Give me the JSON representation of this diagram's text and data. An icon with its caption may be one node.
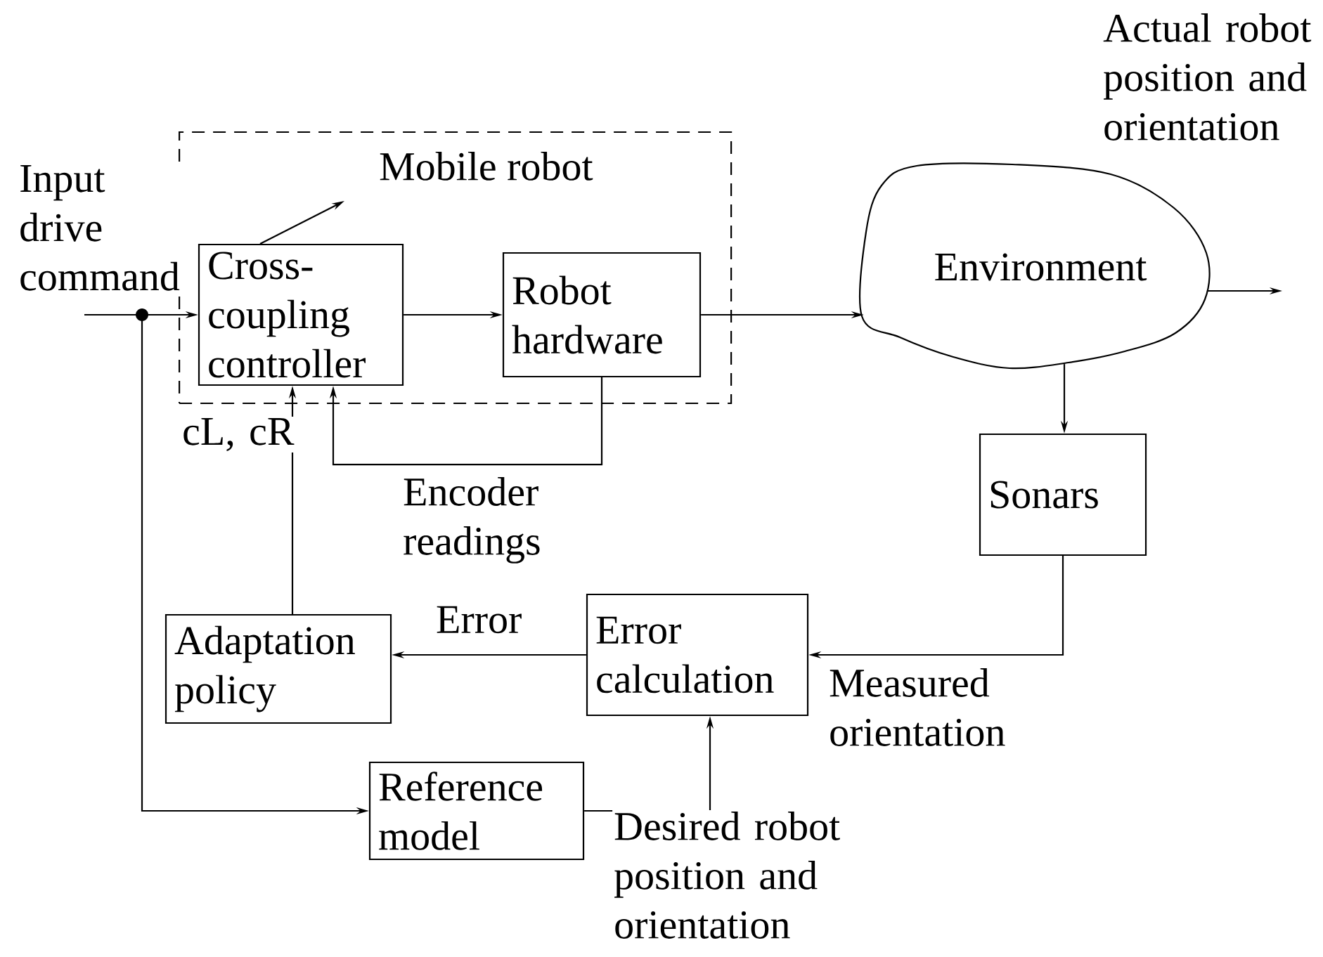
{
  "diagram": {
    "nodes": [
      {
        "text": [
          "Mobile robot"
        ]
      },
      {
        "text": [
          "Cross-coupling controller"
        ],
        "in": 0
      },
      {
        "text": [
          "Robot hardware"
        ],
        "in": 0
      },
      {
        "text": [
          "Environment"
        ]
      },
      {
        "text": [
          "Sonars"
        ]
      },
      {
        "text": [
          "Error calculation"
        ]
      },
      {
        "text": [
          "Adaptation policy"
        ]
      },
      {
        "text": [
          "Reference model"
        ]
      }
    ],
    "edges": [
      {
        "from": null,
        "to": 1,
        "arrow": "to",
        "label": "Input drive command"
      },
      {
        "from": null,
        "to": 7,
        "arrow": "to"
      },
      {
        "from": 1,
        "to": 2,
        "arrow": "to"
      },
      {
        "from": 2,
        "to": 3,
        "arrow": "to"
      },
      {
        "from": 2,
        "to": 1,
        "arrow": "to",
        "label": "Encoder readings"
      },
      {
        "from": 3,
        "to": 4,
        "arrow": "to"
      },
      {
        "from": 4,
        "to": 5,
        "arrow": "to",
        "label": "Measured orientation"
      },
      {
        "from": 5,
        "to": 6,
        "arrow": "to",
        "label": "Error"
      },
      {
        "from": 6,
        "to": 1,
        "arrow": "to",
        "label": "cL, cR"
      },
      {
        "from": 7,
        "to": 5,
        "arrow": "to",
        "label": "Desired robot position and orientation"
      },
      {
        "from": 3,
        "to": null,
        "arrow": "to",
        "label": "Actual robot position and orientation"
      },
      {
        "from": 1,
        "to": null,
        "arrow": "to"
      }
    ]
  }
}
